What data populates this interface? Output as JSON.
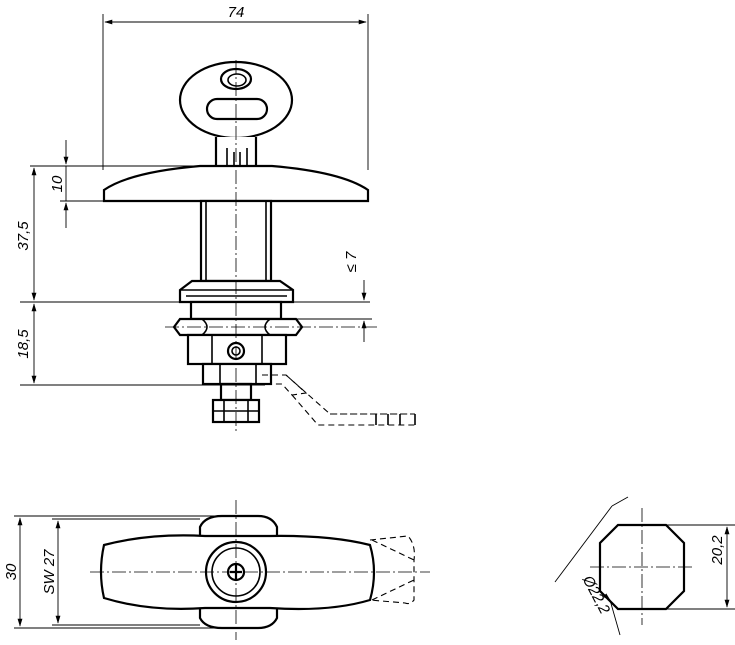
{
  "drawing": {
    "dims": {
      "overall_width": "74",
      "head_height": "10",
      "body_length": "37,5",
      "lower_length": "18,5",
      "max_thickness": "≤ 7",
      "total_width": "30",
      "wrench_size": "SW 27",
      "flat_width": "20,2",
      "diameter": "Ø22,2"
    }
  },
  "colors": {
    "line": "#000000",
    "background": "#ffffff"
  }
}
